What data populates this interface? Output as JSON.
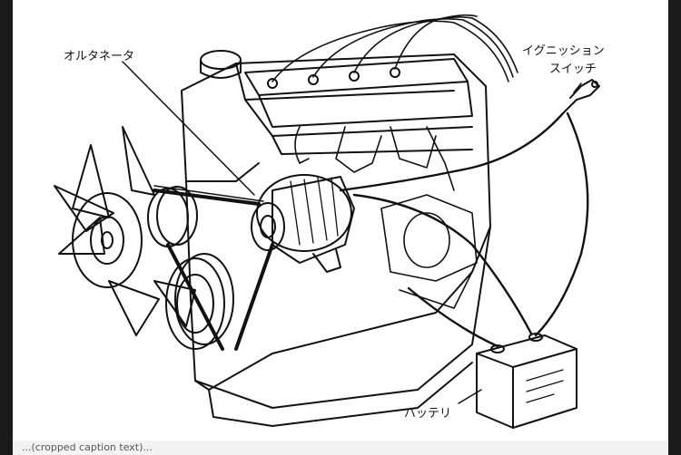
{
  "labels": {
    "alternator": "オルタネータ",
    "ignition_line1": "イグニッション",
    "ignition_line2": "スイッチ",
    "battery": "バッテリ"
  },
  "footer_partial_text": "...(cropped caption text)...",
  "colors": {
    "line": "#111111",
    "background": "#ffffff",
    "frame_bars": "#1a1a1a"
  }
}
